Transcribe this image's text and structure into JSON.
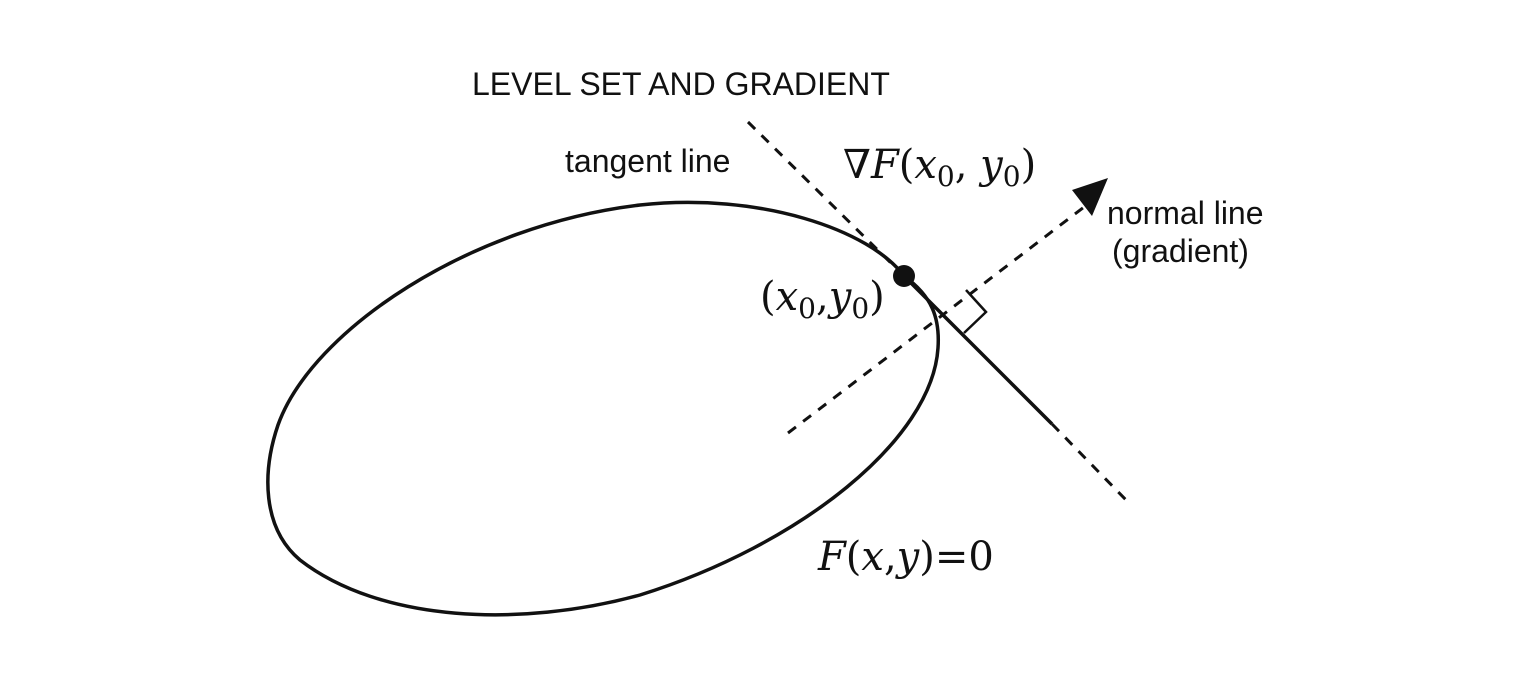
{
  "title": "LEVEL SET AND GRADIENT",
  "labels": {
    "tangent_line": "tangent line",
    "normal_line": "normal line",
    "normal_line_sub": "(gradient)"
  },
  "math": {
    "gradient": {
      "nabla": "∇",
      "func": "F",
      "open": "(",
      "x": "x",
      "x_sub": "0",
      "comma": ", ",
      "y": "y",
      "y_sub": "0",
      "close": ")"
    },
    "point": {
      "open": "(",
      "x": "x",
      "x_sub": "0",
      "comma": ",",
      "y": "y",
      "y_sub": "0",
      "close": ")"
    },
    "level_set": {
      "func": "F",
      "open": "(",
      "x": "x",
      "comma": ",",
      "y": "y",
      "close": ")",
      "equals": "=",
      "value": "0"
    }
  },
  "colors": {
    "ink": "#111111",
    "background": "#ffffff"
  }
}
